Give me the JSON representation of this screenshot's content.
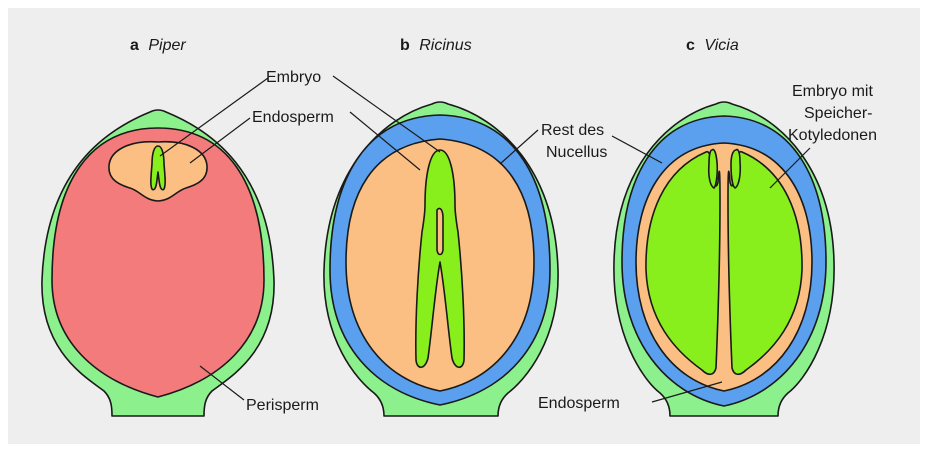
{
  "colors": {
    "panel_background": "#eeeeee",
    "seed_coat": "#8cf08c",
    "perisperm": "#f47b7b",
    "nucellus_rest": "#5aa0ee",
    "endosperm": "#fbbf84",
    "embryo": "#88ee1c",
    "outline": "#1a1a1a"
  },
  "panels": [
    {
      "letter": "a",
      "name": "Piper"
    },
    {
      "letter": "b",
      "name": "Ricinus"
    },
    {
      "letter": "c",
      "name": "Vicia"
    }
  ],
  "labels": {
    "embryo": "Embryo",
    "endosperm_a": "Endosperm",
    "perisperm": "Perisperm",
    "rest_line1": "Rest des",
    "rest_line2": "Nucellus",
    "embryo_mit_line1": "Embryo mit",
    "embryo_mit_line2": "Speicher-",
    "embryo_mit_line3": "Kotyledonen",
    "endosperm_c": "Endosperm"
  }
}
